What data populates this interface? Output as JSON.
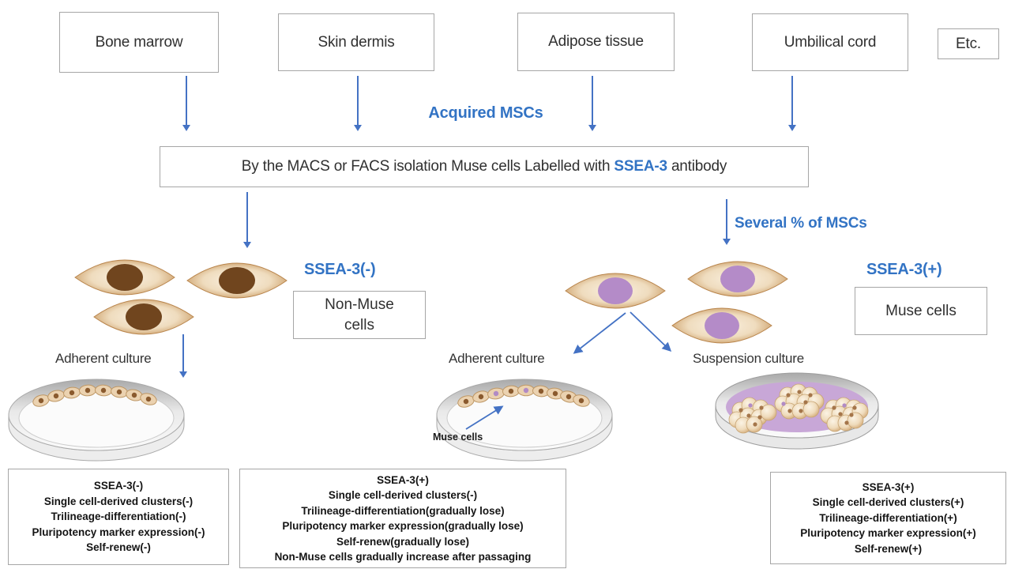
{
  "colors": {
    "label_blue": "#3273C4",
    "arrow_blue": "#4472C4"
  },
  "sources": {
    "bone_marrow": "Bone marrow",
    "skin_dermis": "Skin dermis",
    "adipose_tissue": "Adipose tissue",
    "umbilical_cord": "Umbilical cord",
    "etc": "Etc."
  },
  "flow": {
    "acquired": "Acquired MSCs",
    "isolation_pre": "By the MACS or FACS isolation Muse cells Labelled with ",
    "isolation_marker": "SSEA-3",
    "isolation_post": " antibody",
    "several": "Several % of MSCs"
  },
  "left_branch": {
    "marker": "SSEA-3(-)",
    "cell_type_line1": "Non-Muse",
    "cell_type_line2": "cells",
    "culture": "Adherent culture"
  },
  "right_branch": {
    "marker": "SSEA-3(+)",
    "cell_type": "Muse cells",
    "adherent_culture": "Adherent culture",
    "suspension_culture": "Suspension culture",
    "dish_note": "Muse cells"
  },
  "summaries": {
    "non_muse": {
      "lines": [
        "SSEA-3(-)",
        "Single cell-derived clusters(-)",
        "Trilineage-differentiation(-)",
        "Pluripotency marker expression(-)",
        "Self-renew(-)"
      ]
    },
    "adherent_mixed": {
      "lines": [
        "SSEA-3(+)",
        "Single cell-derived clusters(-)",
        "Trilineage-differentiation(gradually lose)",
        "Pluripotency marker expression(gradually lose)",
        "Self-renew(gradually lose)",
        "Non-Muse cells gradually increase after passaging"
      ]
    },
    "muse": {
      "lines": [
        "SSEA-3(+)",
        "Single cell-derived clusters(+)",
        "Trilineage-differentiation(+)",
        "Pluripotency marker expression(+)",
        "Self-renew(+)"
      ]
    }
  }
}
